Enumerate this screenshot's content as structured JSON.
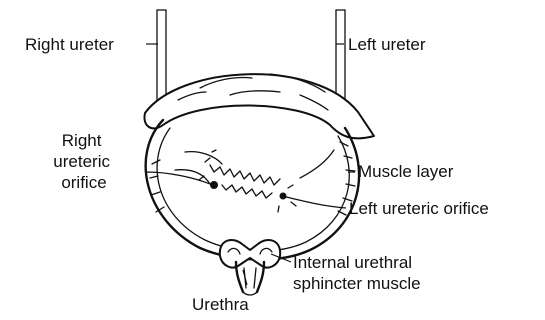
{
  "labels": {
    "right_ureter": "Right ureter",
    "left_ureter": "Left ureter",
    "right_ureteric_orifice": [
      "Right",
      "ureteric",
      "orifice"
    ],
    "muscle_layer": "Muscle layer",
    "left_ureteric_orifice": "Left ureteric orifice",
    "internal_urethral_sphincter": [
      "Internal urethral",
      "sphincter muscle"
    ],
    "urethra": "Urethra"
  },
  "colors": {
    "ink": "#111111",
    "background": "#ffffff"
  }
}
